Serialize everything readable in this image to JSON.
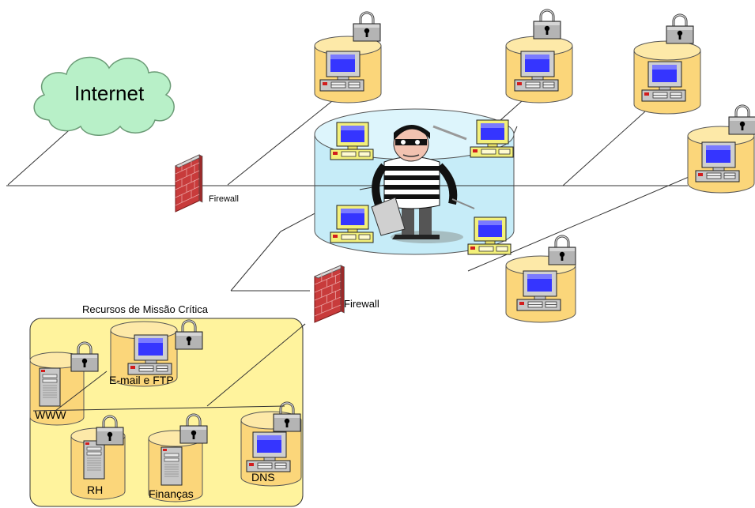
{
  "labels": {
    "internet": "Internet",
    "firewall_top": "Firewall",
    "firewall_bottom": "Firewall",
    "mission_critical_title": "Recursos de Missão Crítica",
    "www": "WWW",
    "email_ftp": "E-mail e FTP",
    "rh": "RH",
    "financas": "Finanças",
    "dns": "DNS"
  },
  "icons": [
    "cloud-icon",
    "firewall-brick-icon",
    "padlock-icon",
    "desktop-computer-icon",
    "server-tower-icon",
    "database-cylinder-icon",
    "burglar-icon"
  ],
  "colors": {
    "cylinder_fill": "#fbd67a",
    "cylinder_top": "#fde9a8",
    "hacker_cylinder": "#c6ecf8",
    "mission_critical_zone": "#fff39d",
    "cloud": "#b8f0c8",
    "brick": "#c83b3b",
    "padlock_body": "#b4b4b4",
    "monitor_screen": "#3535ff",
    "computer_case": "#c7c7c7"
  }
}
